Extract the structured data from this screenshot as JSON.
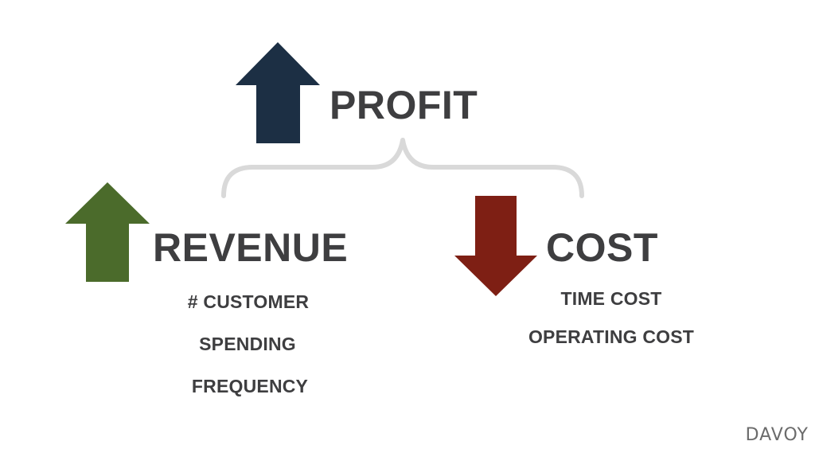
{
  "profit": {
    "label": "PROFIT",
    "direction": "up",
    "arrow_color": "#1c2f44"
  },
  "revenue": {
    "label": "REVENUE",
    "direction": "up",
    "arrow_color": "#4b6b2b",
    "drivers": [
      "# CUSTOMER",
      "SPENDING",
      "FREQUENCY"
    ]
  },
  "cost": {
    "label": "COST",
    "direction": "down",
    "arrow_color": "#7e1f14",
    "drivers": [
      "TIME COST",
      "OPERATING COST"
    ]
  },
  "bracket_color": "#d9d9d9",
  "logo": "DAVOY"
}
